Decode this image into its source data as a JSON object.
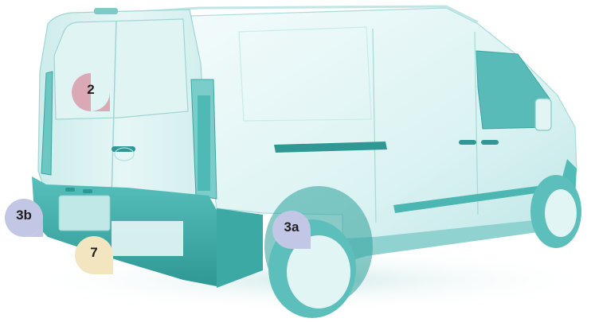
{
  "illustration": {
    "subject": "van-rear-three-quarter-view"
  },
  "colors": {
    "body_light": "#e9f7f7",
    "body_mid": "#cdeeee",
    "body_shadow": "#b4e2e2",
    "bumper": "#46b3b0",
    "bumper_dark": "#2b8f8c",
    "glass": "#a6dddb",
    "tyre": "#59bcb8",
    "rim": "#ddf3f2"
  },
  "markers": [
    {
      "label": "2",
      "color": "#dba8b6"
    },
    {
      "label": "3a",
      "color": "#c3c7e6"
    },
    {
      "label": "3b",
      "color": "#c3c7e6"
    },
    {
      "label": "7",
      "color": "#f2e5bf"
    }
  ]
}
